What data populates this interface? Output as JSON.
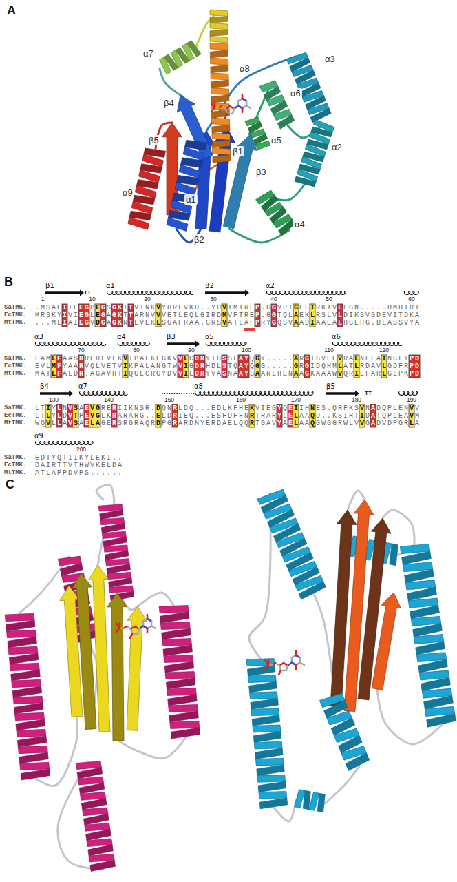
{
  "diagram": {
    "labels": [
      "A",
      "α7",
      "α8",
      "β4",
      "α3",
      "α6",
      "α5",
      "β1",
      "β3",
      "α2",
      "β5",
      "α9",
      "α1",
      "β2",
      "α4",
      "B",
      "β1",
      "TT",
      "α1",
      "β2",
      "α2",
      "1",
      "10",
      "20",
      "30",
      "40",
      "50",
      "60",
      "SaTMK.",
      "EcTMK.",
      "MtTMK.",
      ".MSAFITFEGPEGSGKTTVINKVYHRLVKD..YDVIMTREP.GGVPTGEEIRKIVLEGN.....DMDIRT",
      "MRSKYIVIEGLEGAGKTTARNVVVETLEQLGIRDMVFTREP.GGTQLAEKLRSLVLDIKSVGDEVITDKA",
      "...MLIAIEGVDGAGKRTLVEKLSGAFRAA.GRSVATLAFPRYGQSVAADIAAEALHGEHG.DLASSVYA",
      "α3",
      "α4",
      "β3",
      "α5",
      "α6",
      "70",
      "80",
      "90",
      "100",
      "110",
      "120",
      "SaTMK.",
      "EcTMK.",
      "MtTMK.",
      "EAMLFAASRREHLVLKVIPALKEGKVVLCDRYIDSSLAYQGY.....ARGIGVEEVRALNEFAINGLYPD",
      "EVLMFYAARVQLVETVIKPALANGTWVIGDRHDLSTQAYQGG.....GRGIDQHMLATLRDAVLGDFRPD",
      "MATLFALDR.AGAVHTIQGLCRGYDVVILDRYVASNAAYSAARLHENAAGKAAAWVQRIEFARLGLPKPD",
      "β4",
      "α7",
      "α8",
      "β5",
      "TT",
      "130",
      "140",
      "150",
      "160",
      "170",
      "180",
      "190",
      "SaTMK.",
      "EcTMK.",
      "MtTMK.",
      "LTIYLNVSAEVGRERIIKNSR.DQNRLDQ...EDLKFHEKVIEGYQEIIHNES.QRFKSVNADQPLENVV",
      "LTLYLDVTPEVGLKRARARG..ELDRIEQ...ESFDFFNRTRARYLELAAQD..KSIHTIDATQPLEAVM",
      "WQVLLAVSAELAGERSRGRAQRDPGRARDNYERDAELQQRTGAVYAELAAQGWGGRWLVVGADVDPGRLA",
      "α9",
      "200",
      "SaTMK.",
      "EcTMK.",
      "MtTMK.",
      "EDTYQTIIKYLEKI..",
      "DAIRTTVTHWVKELDA",
      "ATLAPPDVPS......",
      "C"
    ]
  }
}
